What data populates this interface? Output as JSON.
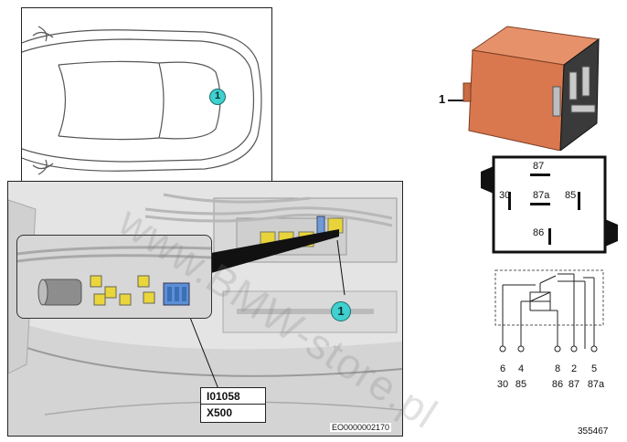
{
  "car_panel": {
    "callout": "1"
  },
  "photo_panel": {
    "callout": "1",
    "connector_code": "I01058",
    "connector_id": "X500",
    "image_code": "EO0000002170"
  },
  "relay": {
    "part_callout": "1",
    "body_color": "#d9774e",
    "pins": {
      "p87": "87",
      "p30": "30",
      "p87a": "87a",
      "p85": "85",
      "p86": "86"
    }
  },
  "circuit": {
    "top_row": [
      "6",
      "4",
      "8",
      "2",
      "5"
    ],
    "bottom_row": [
      "30",
      "85",
      "86",
      "87",
      "87a"
    ]
  },
  "reference_number": "355467",
  "watermark": "www.BMW-store.pl",
  "colors": {
    "callout": "#3fd0cf"
  }
}
